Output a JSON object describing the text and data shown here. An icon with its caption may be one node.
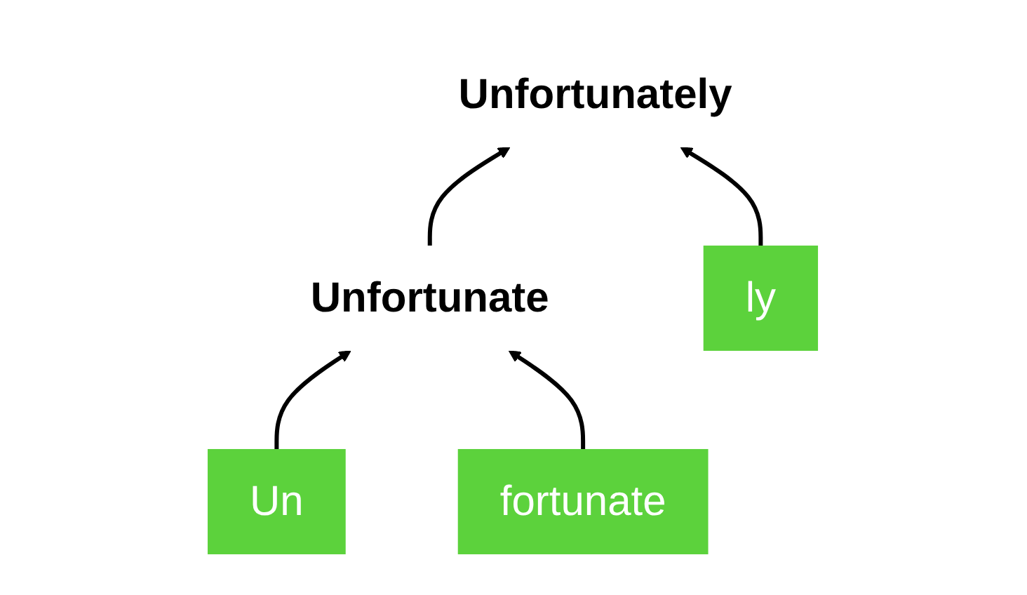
{
  "diagram": {
    "nodes": [
      {
        "text": [
          "Unfortunately"
        ]
      },
      {
        "text": [
          "Unfortunate"
        ]
      },
      {
        "text": [
          "ly"
        ]
      },
      {
        "text": [
          "Un"
        ]
      },
      {
        "text": [
          "fortunate"
        ]
      }
    ],
    "edges": [
      {
        "from": 1,
        "to": 0,
        "arrow": "to"
      },
      {
        "from": 2,
        "to": 0,
        "arrow": "to"
      },
      {
        "from": 3,
        "to": 1,
        "arrow": "to"
      },
      {
        "from": 4,
        "to": 1,
        "arrow": "to"
      }
    ]
  }
}
